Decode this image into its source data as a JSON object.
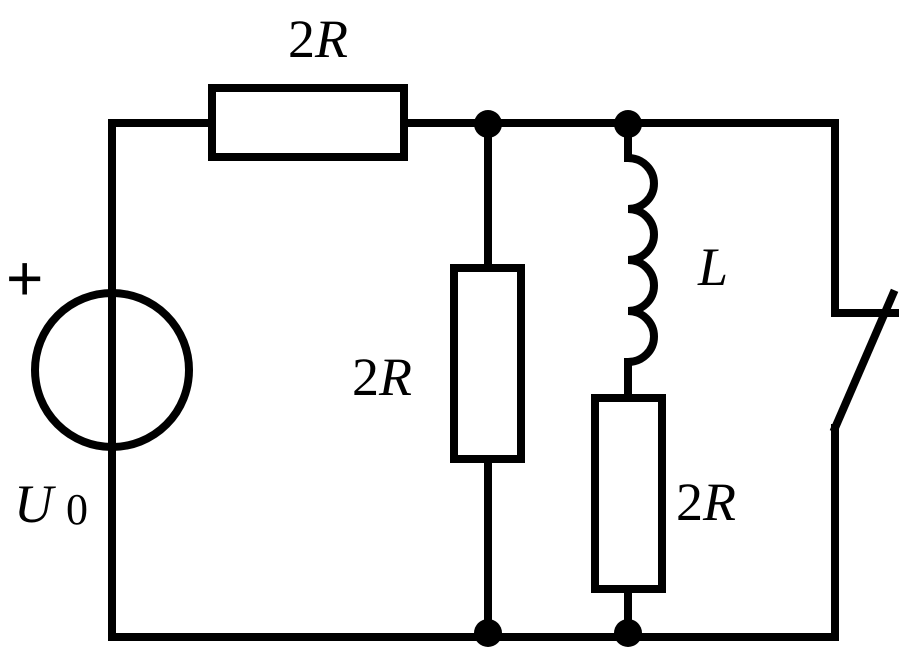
{
  "source": {
    "polarity_label": "+",
    "name_letter": "U",
    "name_subscript": "0"
  },
  "top_resistor": {
    "coefficient": "2",
    "symbol": "R"
  },
  "middle_resistor": {
    "coefficient": "2",
    "symbol": "R"
  },
  "inductor": {
    "symbol": "L"
  },
  "inductor_branch_resistor": {
    "coefficient": "2",
    "symbol": "R"
  }
}
